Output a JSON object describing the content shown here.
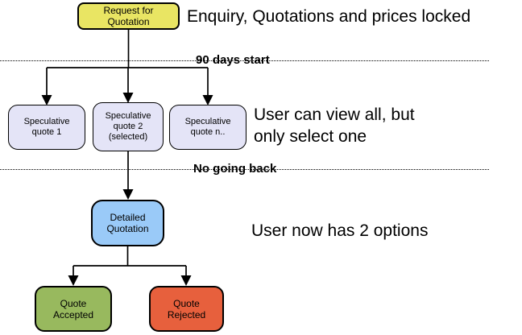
{
  "diagram": {
    "annotations": {
      "enquiry": "Enquiry, Quotations and prices locked",
      "view_all": "User can view all, but\nonly select one",
      "two_options": "User now has 2 options"
    },
    "milestones": {
      "days_start": "90 days start",
      "no_going_back": "No going back"
    },
    "nodes": {
      "request": {
        "label": "Request for\nQuotation",
        "color": "#e9e563"
      },
      "spec1": {
        "label": "Speculative\nquote 1",
        "color": "#e4e4f7"
      },
      "spec2": {
        "label": "Speculative\nquote 2\n(selected)",
        "color": "#e4e4f7"
      },
      "spec3": {
        "label": "Speculative\nquote n..",
        "color": "#e4e4f7"
      },
      "detailed": {
        "label": "Detailed\nQuotation",
        "color": "#9acaf8"
      },
      "accepted": {
        "label": "Quote\nAccepted",
        "color": "#98b95e"
      },
      "rejected": {
        "label": "Quote\nRejected",
        "color": "#e7603d"
      }
    },
    "line_color": "#000000"
  }
}
